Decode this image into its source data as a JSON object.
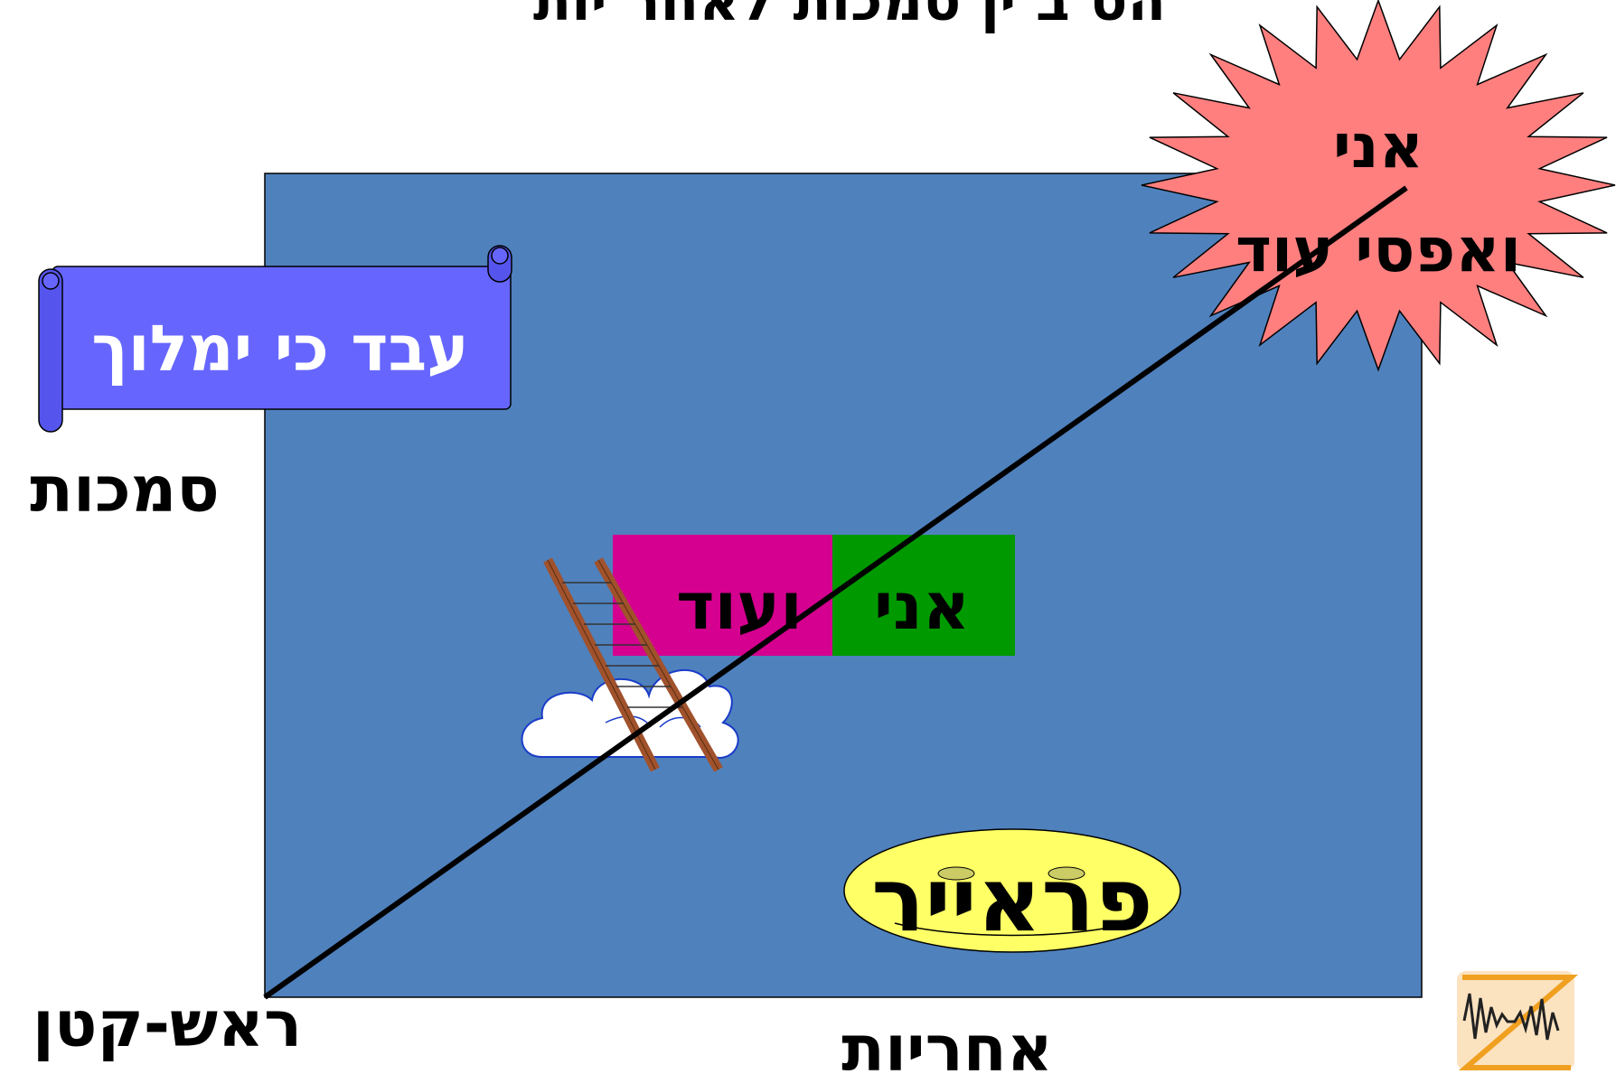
{
  "title": "הס ב ין סמכות לאחר יות",
  "axes": {
    "y_label": "סמכות",
    "x_label": "אחריות",
    "origin_label": "ראש-קטן"
  },
  "scroll_text": "עבד כי ימלוך",
  "starburst": {
    "line1": "אני",
    "line2": "ואפסי עוד"
  },
  "center_boxes": {
    "left_text": "ועוד",
    "right_text": "אני"
  },
  "ellipse_text": "פראייר",
  "colors": {
    "background": "#ffffff",
    "plot_area": "#4f81bd",
    "scroll_fill": "#6666ff",
    "starburst_fill": "#ff7f7f",
    "magenta_box": "#d5008f",
    "green_box": "#009900",
    "ellipse_fill": "#ffff66",
    "ladder": "#a0522d",
    "diagonal_line": "#000000"
  },
  "icons": {
    "logo": "squiggle-logo-icon",
    "ladder": "ladder-icon",
    "cloud": "cloud-icon"
  }
}
